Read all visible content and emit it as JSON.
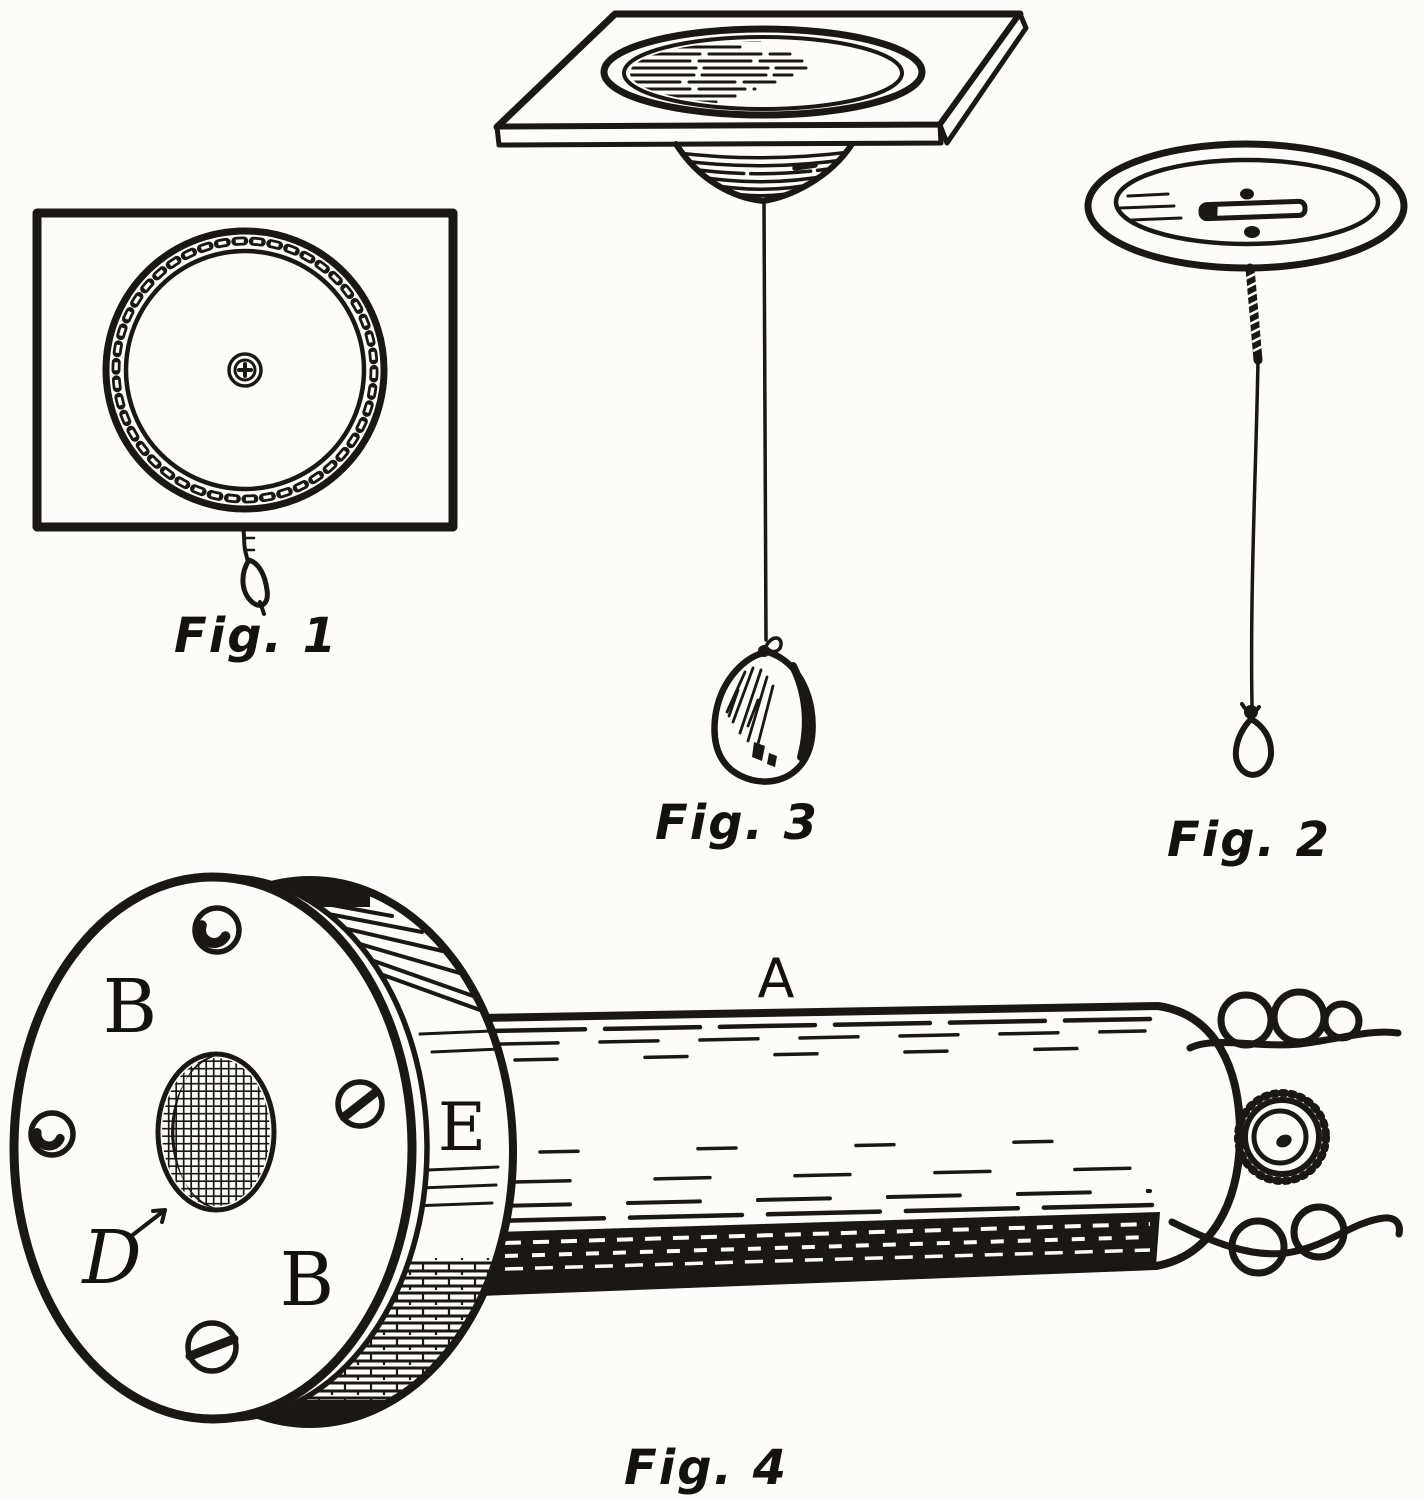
{
  "colors": {
    "ink": "#1a1815",
    "paper": "#fcfcfb"
  },
  "figures": {
    "fig1": {
      "caption": "Fig. 1"
    },
    "fig2": {
      "caption": "Fig. 2"
    },
    "fig3": {
      "caption": "Fig. 3"
    },
    "fig4": {
      "caption": "Fig. 4",
      "labels": {
        "tube": "A",
        "face_upper": "B",
        "face_lower": "B",
        "aperture": "D",
        "rim": "E"
      }
    }
  }
}
